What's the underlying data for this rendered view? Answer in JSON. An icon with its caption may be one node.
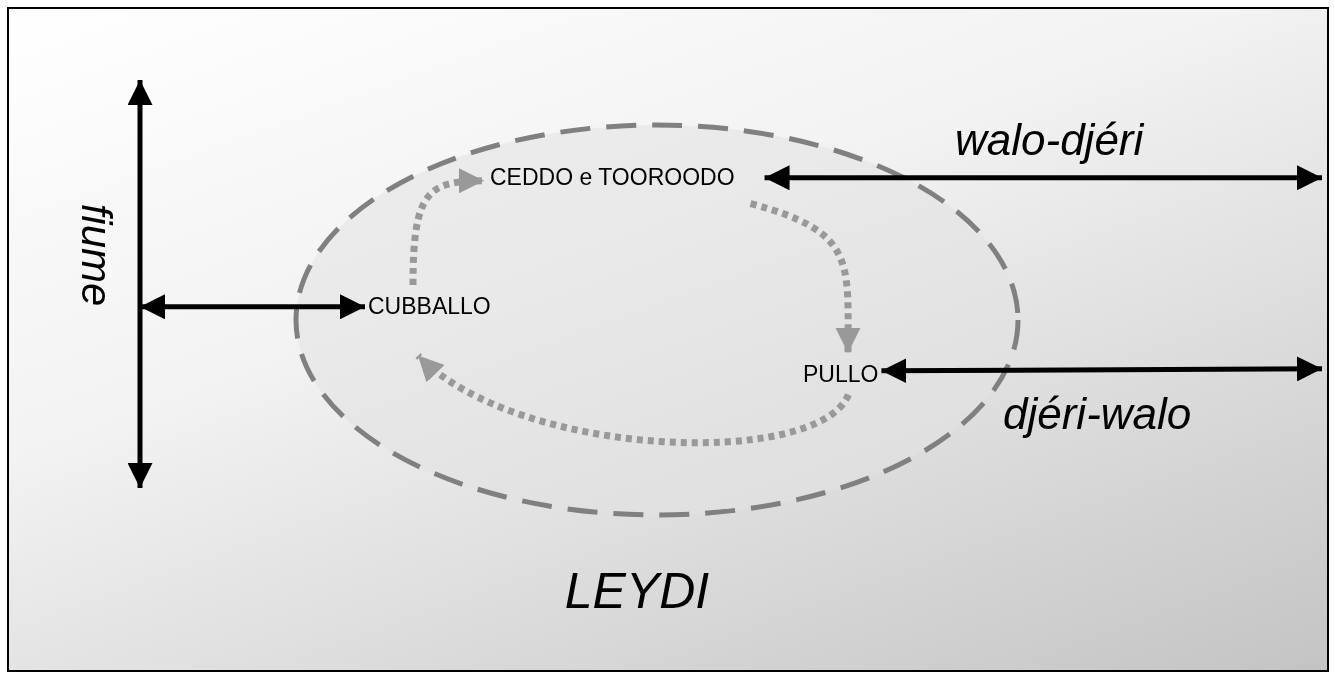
{
  "diagram": {
    "nodes": [
      {
        "text": [
          "LEYDI"
        ]
      },
      {
        "text": [
          "CEDDO e TOOROODO"
        ],
        "in": 0
      },
      {
        "text": [
          "CUBBALLO"
        ],
        "in": 0
      },
      {
        "text": [
          "PULLO"
        ],
        "in": 0
      },
      {
        "text": [
          "fiume"
        ]
      }
    ],
    "edges": [
      {
        "from": 4,
        "to": 2,
        "arrow": "both"
      },
      {
        "from": 1,
        "to": null,
        "arrow": "both",
        "label": "walo-djéri"
      },
      {
        "from": 3,
        "to": null,
        "arrow": "both",
        "label": "djéri-walo"
      },
      {
        "from": 2,
        "to": 1,
        "arrow": "to",
        "style": "dashed",
        "color": "#999999"
      },
      {
        "from": 1,
        "to": 3,
        "arrow": "to",
        "style": "dashed",
        "color": "#999999"
      },
      {
        "from": 3,
        "to": 2,
        "arrow": "to",
        "style": "dashed",
        "color": "#999999"
      }
    ]
  }
}
